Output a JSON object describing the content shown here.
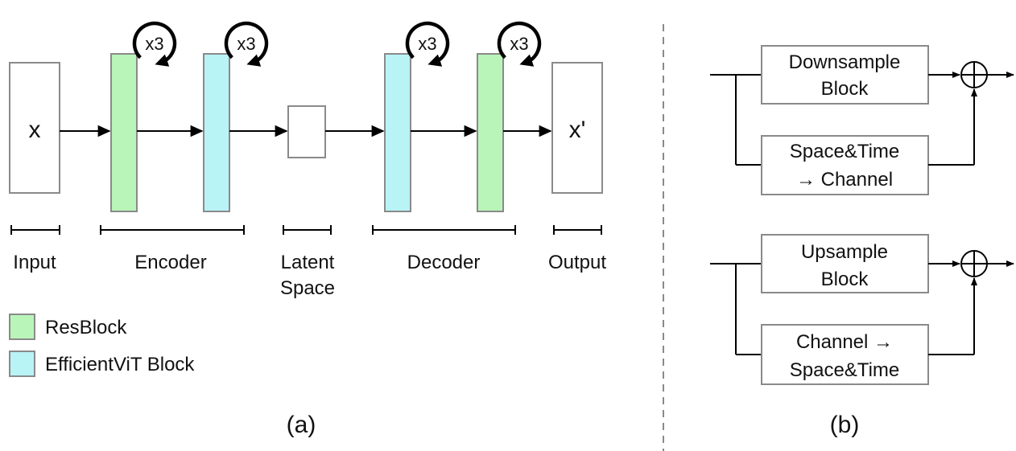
{
  "colors": {
    "resblock": "#b9f5b9",
    "efficientvit": "#b8f3f6",
    "stroke": "#8a8a8a",
    "line": "#000000",
    "divider": "#8a8a8a"
  },
  "icons": {
    "repeat": "circular-arrow-icon",
    "sum": "circled-plus-icon",
    "arrow": "arrowhead-icon"
  },
  "panel_a": {
    "input_symbol": "x",
    "output_symbol": "x'",
    "repeat_label": "x3",
    "labels": {
      "input": "Input",
      "encoder": "Encoder",
      "latent_line1": "Latent",
      "latent_line2": "Space",
      "decoder": "Decoder",
      "output": "Output"
    },
    "legend": {
      "resblock": "ResBlock",
      "efficientvit": "EfficientViT Block"
    },
    "caption": "(a)"
  },
  "panel_b": {
    "down": {
      "main_line1": "Downsample",
      "main_line2": "Block",
      "shortcut_line1": "Space&Time",
      "shortcut_line2": "→ Channel"
    },
    "up": {
      "main_line1": "Upsample",
      "main_line2": "Block",
      "shortcut_line1": "Channel →",
      "shortcut_line2": "Space&Time"
    },
    "caption": "(b)"
  }
}
